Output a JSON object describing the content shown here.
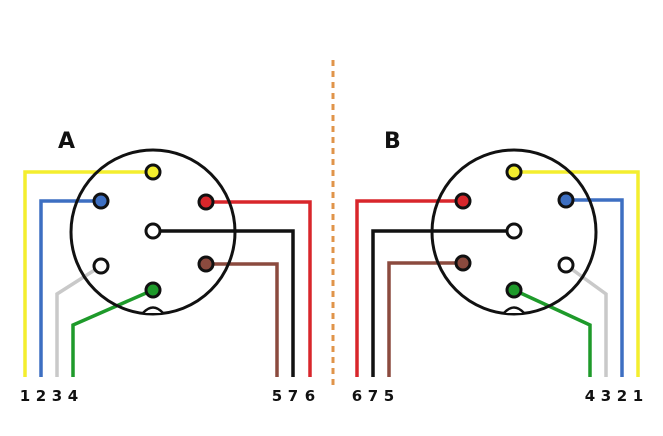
{
  "colors": {
    "yellow": "#f4ee2e",
    "blue": "#3d6fc2",
    "white": "#ffffff",
    "gray": "#c9c9c9",
    "green": "#1e9a2a",
    "red": "#d8262b",
    "black": "#111111",
    "brown": "#8b4a3e",
    "divider": "#e0944a"
  },
  "connectors": [
    {
      "label": "A",
      "pins_left": [
        "1",
        "2",
        "3",
        "4"
      ],
      "pins_right": [
        "5",
        "7",
        "6"
      ]
    },
    {
      "label": "B",
      "pins_left": [
        "6",
        "7",
        "5"
      ],
      "pins_right": [
        "4",
        "3",
        "2",
        "1"
      ]
    }
  ]
}
